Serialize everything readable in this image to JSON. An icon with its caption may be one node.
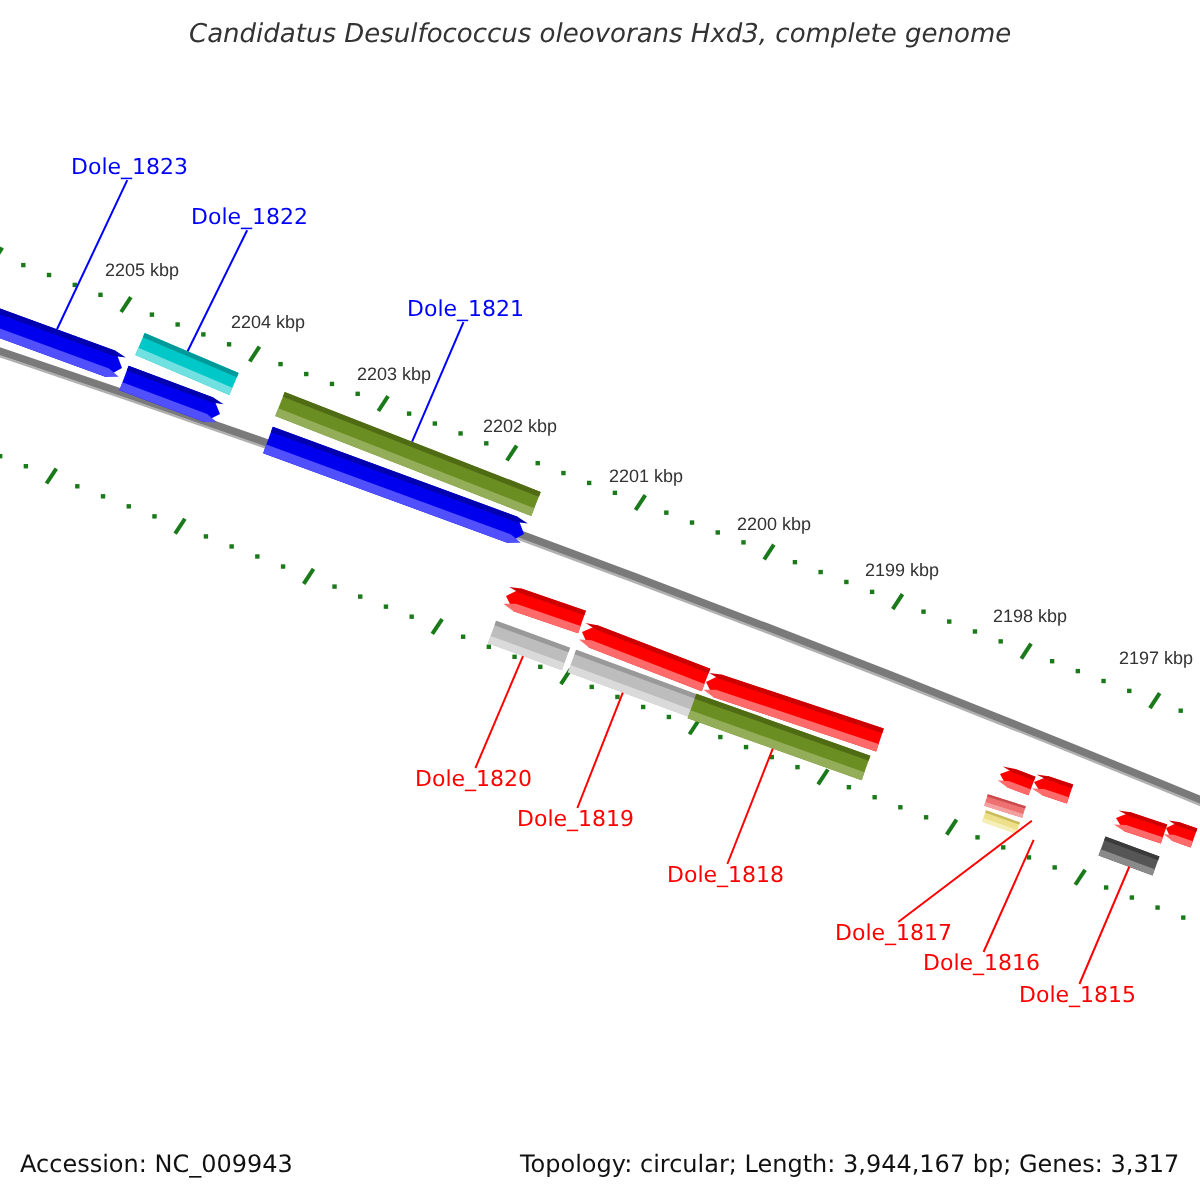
{
  "diagram": {
    "title": "Candidatus Desulfococcus oleovorans Hxd3, complete genome",
    "nodes": [
      {
        "text": [
          "Dole_1823"
        ]
      },
      {
        "text": [
          "Dole_1822"
        ]
      },
      {
        "text": [
          "Dole_1821"
        ]
      },
      {
        "text": [
          "Dole_1820"
        ]
      },
      {
        "text": [
          "Dole_1819"
        ]
      },
      {
        "text": [
          "Dole_1818"
        ]
      },
      {
        "text": [
          "Dole_1817"
        ]
      },
      {
        "text": [
          "Dole_1816"
        ]
      },
      {
        "text": [
          "Dole_1815"
        ]
      },
      {
        "text": [],
        "shape": "arrow"
      },
      {
        "text": [],
        "shape": "bar"
      },
      {
        "text": [],
        "shape": "bar"
      },
      {
        "text": [],
        "shape": "bar"
      },
      {
        "text": [],
        "shape": "bar"
      },
      {
        "text": [],
        "shape": "bar"
      },
      {
        "text": [],
        "shape": "bar"
      },
      {
        "text": [],
        "shape": "bar"
      },
      {
        "text": [],
        "shape": "bar"
      },
      {
        "text": [],
        "shape": "arrow"
      },
      {
        "text": [],
        "shape": "arrow"
      },
      {
        "text": [],
        "shape": "arrow"
      },
      {
        "text": [],
        "shape": "arrow"
      },
      {
        "text": [],
        "shape": "arrow"
      },
      {
        "text": [],
        "shape": "arrow"
      },
      {
        "text": [],
        "shape": "arrow"
      },
      {
        "text": [],
        "shape": "arrow"
      },
      {
        "text": [],
        "shape": "arrow"
      }
    ],
    "edges": [
      {
        "from": 0,
        "to": 9,
        "arrow": "none",
        "color": "#0000ff"
      },
      {
        "from": 1,
        "to": 10,
        "arrow": "none",
        "color": "#0000ff"
      },
      {
        "from": 2,
        "to": 11,
        "arrow": "none",
        "color": "#0000ff"
      },
      {
        "from": 3,
        "to": 12,
        "arrow": "none"
      },
      {
        "from": 4,
        "to": 13,
        "arrow": "none"
      },
      {
        "from": 5,
        "to": 14,
        "arrow": "none"
      },
      {
        "from": 6,
        "to": 15,
        "arrow": "none"
      },
      {
        "from": 7,
        "to": 16,
        "arrow": "none"
      },
      {
        "from": 8,
        "to": 17,
        "arrow": "none"
      }
    ],
    "labels": [
      "2205 kbp",
      "2204 kbp",
      "2203 kbp",
      "2202 kbp",
      "2201 kbp",
      "2200 kbp",
      "2199 kbp",
      "2198 kbp",
      "2197 kbp",
      "Accession: NC_009943",
      "Topology: circular; Length: 3,944,167 bp; Genes: 3,317"
    ]
  }
}
